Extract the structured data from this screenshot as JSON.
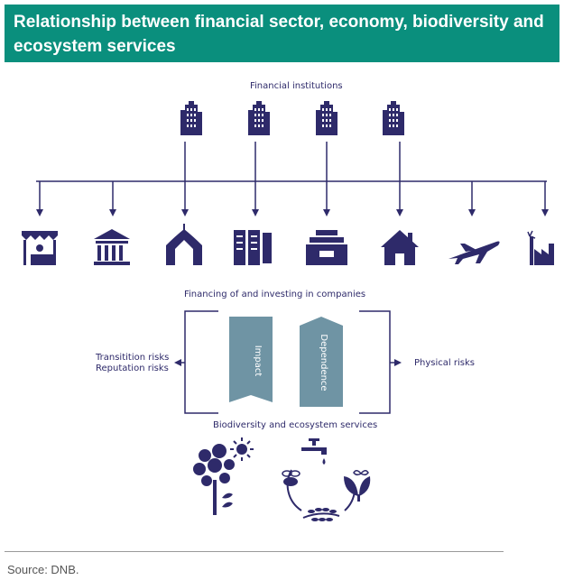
{
  "header": {
    "title": "Relationship between financial sector, economy, biodiversity and ecosystem services"
  },
  "diagram": {
    "financial_institutions_label": "Financial institutions",
    "financing_label": "Financing of and investing in companies",
    "impact_label": "Impact",
    "dependence_label": "Dependence",
    "left_risks": [
      "Transitition risks",
      "Reputation risks"
    ],
    "right_risks": "Physical risks",
    "biodiversity_label": "Biodiversity and ecosystem services",
    "sector_icons": [
      "market-stall-icon",
      "bank-icon",
      "circus-tent-icon",
      "server-rack-icon",
      "treasure-chest-icon",
      "house-icon",
      "airplane-icon",
      "factory-icon"
    ],
    "institution_icons": [
      "office-building-icon",
      "office-building-icon",
      "office-building-icon",
      "office-building-icon"
    ],
    "ecosystem_icons": [
      "tree-icon",
      "sun-icon",
      "water-tap-icon",
      "bee-icon",
      "plant-icon",
      "butterfly-icon",
      "wheat-icon"
    ]
  },
  "colors": {
    "header_bg": "#0a8f7d",
    "ink": "#2e2a6a",
    "banner": "#6f94a4"
  },
  "footer": {
    "source": "Source: DNB."
  }
}
